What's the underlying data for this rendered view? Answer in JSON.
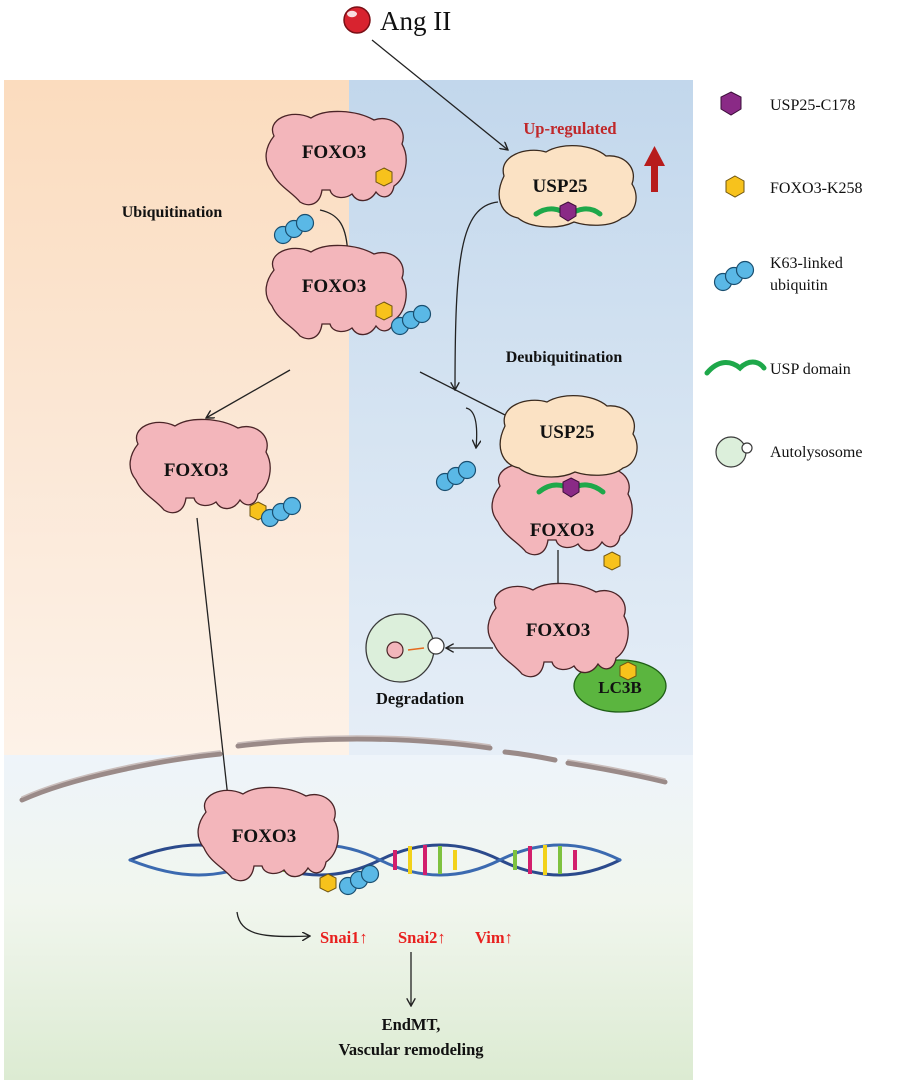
{
  "stimulus": {
    "label": "Ang II",
    "icon": "red-sphere-icon"
  },
  "upregulated_label": "Up-regulated",
  "process_labels": {
    "ubiquitination": "Ubiquitination",
    "deubiquitination": "Deubiquitination",
    "degradation": "Degradation"
  },
  "proteins": {
    "foxo3": "FOXO3",
    "usp25": "USP25",
    "lc3b": "LC3B"
  },
  "targets": {
    "snai1": "Snai1↑",
    "snai2": "Snai2↑",
    "vim": "Vim↑"
  },
  "outcome": {
    "line1": "EndMT,",
    "line2": "Vascular remodeling"
  },
  "legend": [
    {
      "icon": "purple-hexagon-icon",
      "label": "USP25-C178"
    },
    {
      "icon": "yellow-hexagon-icon",
      "label": "FOXO3-K258"
    },
    {
      "icon": "ubiquitin-chain-icon",
      "label": "K63-linked",
      "label2": "ubiquitin"
    },
    {
      "icon": "green-usp-domain-icon",
      "label": "USP domain"
    },
    {
      "icon": "autolysosome-icon",
      "label": "Autolysosome"
    }
  ],
  "colors": {
    "cytoplasm_left": "#fbe4cf",
    "cytoplasm_right": "#c9dcef",
    "foxo3_fill": "#f3b6bb",
    "usp25_fill": "#fbe2c4",
    "lc3b_fill": "#5bb53f",
    "usp_domain": "#1ea84a",
    "hexagon_purple": "#8a2a86",
    "hexagon_yellow": "#f7c21c",
    "ubiquitin": "#4aaee0",
    "upregulated_text": "#c0282a",
    "target_text": "#e8211f",
    "autolysosome_fill": "#dcefdb"
  }
}
